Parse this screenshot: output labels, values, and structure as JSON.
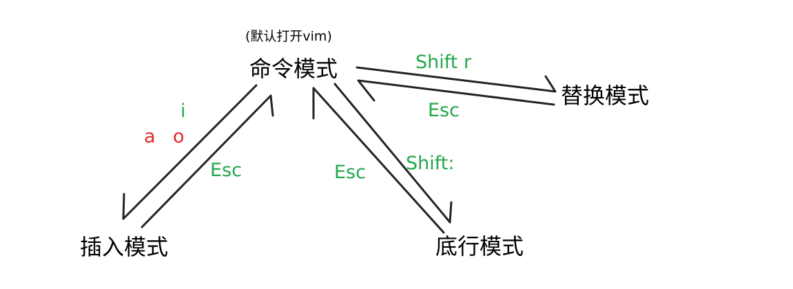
{
  "colors": {
    "key_green": "#22a84a",
    "key_red": "#e8262a",
    "stroke": "#222222"
  },
  "modes": {
    "command": {
      "note": "(默认打开vim)",
      "label": "命令模式"
    },
    "replace": {
      "label": "替换模式"
    },
    "insert": {
      "label": "插入模式"
    },
    "lastline": {
      "label": "底行模式"
    }
  },
  "transitions": {
    "to_replace": "Shift r",
    "replace_back": "Esc",
    "insert_key_i": "i",
    "insert_key_a": "a",
    "insert_key_o": "o",
    "insert_back": "Esc",
    "lastline_back": "Esc",
    "to_lastline": "Shift:"
  }
}
